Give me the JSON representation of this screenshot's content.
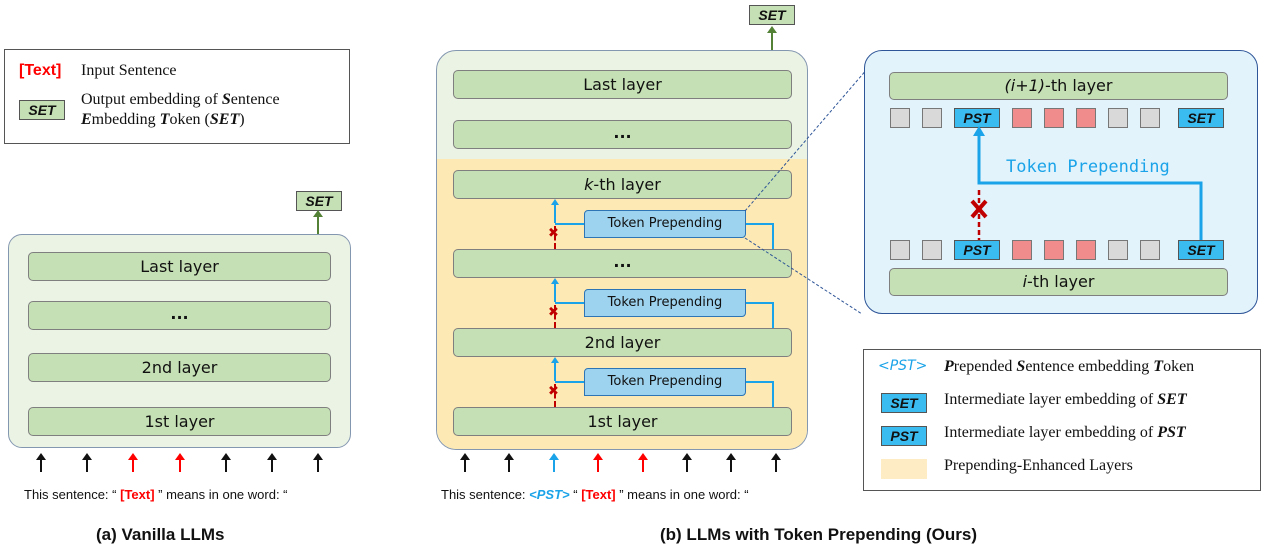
{
  "legend_a": {
    "text_tag": "[Text]",
    "text_desc": "Input Sentence",
    "set_tag": "SET",
    "set_desc_line1_pre": "Output embedding of ",
    "set_desc_line1_bold": "S",
    "set_desc_line1_post": "entence",
    "set_desc_line2": [
      {
        "t": "E",
        "b": true
      },
      {
        "t": "mbedding ",
        "b": false
      },
      {
        "t": "T",
        "b": true
      },
      {
        "t": "oken (",
        "b": false
      },
      {
        "t": "SET",
        "b": true
      },
      {
        "t": ")",
        "b": false
      }
    ]
  },
  "panel_a": {
    "output_tag": "SET",
    "layers": [
      "Last layer",
      "...",
      "2nd layer",
      "1st layer"
    ],
    "input_sentence": {
      "pre": "This sentence: “ ",
      "text": "[Text]",
      "post": " ” means in one word: “"
    },
    "arrows": [
      "black",
      "black",
      "red",
      "red",
      "black",
      "black",
      "black"
    ],
    "caption": "(a) Vanilla LLMs"
  },
  "panel_b": {
    "output_tag": "SET",
    "layers": [
      "Last layer",
      "...",
      "k-th layer",
      "...",
      "2nd layer",
      "1st layer"
    ],
    "token_prepending_label": "Token Prepending",
    "input_sentence": {
      "pre": "This sentence: ",
      "pst": "<PST>",
      "mid": " “ ",
      "text": "[Text]",
      "post": " ” means in one word: “"
    },
    "arrows": [
      "black",
      "black",
      "blue",
      "red",
      "red",
      "black",
      "black",
      "black"
    ],
    "caption": "(b) LLMs with Token Prepending (Ours)"
  },
  "zoom_panel": {
    "top_layer": "(i+1)-th layer",
    "bottom_layer": "i-th layer",
    "tokens": [
      "gray",
      "gray",
      "PST",
      "red",
      "red",
      "red",
      "gray",
      "gray",
      "SET"
    ],
    "pst_label": "PST",
    "set_label": "SET",
    "arrow_label": "Token Prepending"
  },
  "legend_b": {
    "items": [
      {
        "icon": "<PST>",
        "desc": [
          {
            "t": "P",
            "b": true
          },
          {
            "t": "repended ",
            "b": false
          },
          {
            "t": "S",
            "b": true
          },
          {
            "t": "entence embedding ",
            "b": false
          },
          {
            "t": "T",
            "b": true
          },
          {
            "t": "oken",
            "b": false
          }
        ]
      },
      {
        "icon": "SET",
        "desc": [
          {
            "t": "Intermediate layer embedding of ",
            "b": false
          },
          {
            "t": "SET",
            "b": true
          }
        ]
      },
      {
        "icon": "PST",
        "desc": [
          {
            "t": "Intermediate layer embedding of ",
            "b": false
          },
          {
            "t": "PST",
            "b": true
          }
        ]
      },
      {
        "icon": "",
        "desc": [
          {
            "t": "Prepending-Enhanced Layers",
            "b": false
          }
        ]
      }
    ]
  },
  "colors": {
    "layer_green": "#c5e0b4",
    "panel_green": "#ebf3e4",
    "enhanced_yellow": "#fde9b4",
    "token_blue": "#3bbcf0",
    "text_red": "#ff0000",
    "pst_blue": "#1aa3e8",
    "cross_red": "#c00000"
  }
}
